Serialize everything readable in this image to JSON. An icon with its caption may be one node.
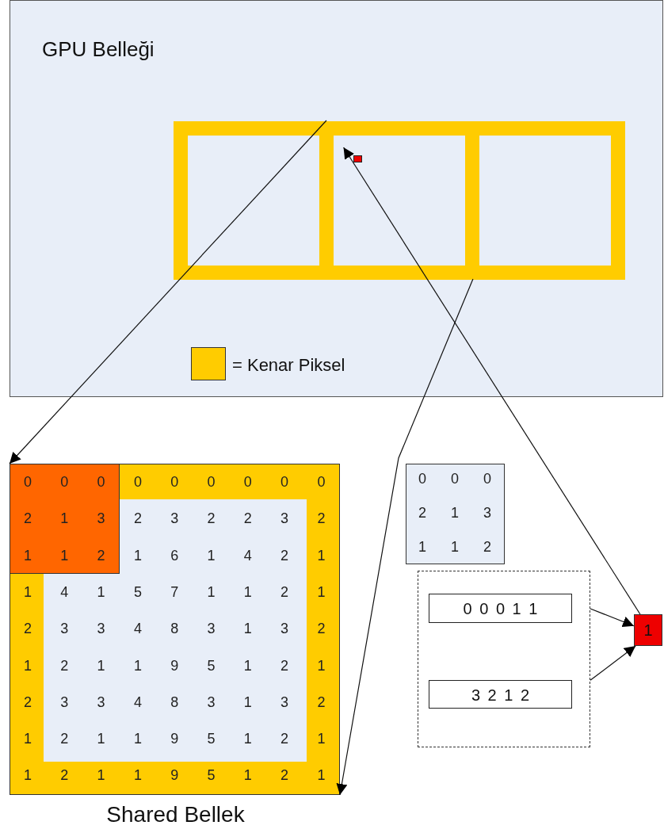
{
  "diagram": {
    "nodes": [
      {
        "text": [
          "GPU Belleği"
        ]
      },
      {
        "text": [],
        "shape": "box",
        "in": 0
      },
      {
        "text": [],
        "shape": "box",
        "in": 0
      },
      {
        "text": [],
        "shape": "box",
        "in": 0
      },
      {
        "text": [],
        "shape": "box",
        "in": 2
      },
      {
        "text": [
          "Shared Bellek"
        ]
      },
      {
        "text": [],
        "shape": "box"
      },
      {
        "text": [],
        "shape": "box"
      },
      {
        "text": [
          "0 0 0 1 1"
        ],
        "in": 7
      },
      {
        "text": [
          "3 2 1 2"
        ],
        "in": 7
      },
      {
        "text": [
          "1"
        ]
      }
    ],
    "edges": [
      {
        "from": 1,
        "to": 5,
        "arrow": "to"
      },
      {
        "from": 2,
        "to": 5,
        "arrow": "to"
      },
      {
        "from": 10,
        "to": 4,
        "arrow": "to"
      },
      {
        "from": 7,
        "to": 10,
        "arrow": "to"
      },
      {
        "from": 7,
        "to": 10,
        "arrow": "to"
      }
    ],
    "labels": [
      "0",
      "0",
      "0",
      "0",
      "0",
      "0",
      "0",
      "0",
      "0",
      "2",
      "1",
      "3",
      "2",
      "3",
      "2",
      "2",
      "3",
      "2",
      "1",
      "1",
      "2",
      "1",
      "6",
      "1",
      "4",
      "2",
      "1",
      "1",
      "4",
      "1",
      "5",
      "7",
      "1",
      "1",
      "2",
      "1",
      "2",
      "3",
      "3",
      "4",
      "8",
      "3",
      "1",
      "3",
      "2",
      "1",
      "2",
      "1",
      "1",
      "9",
      "5",
      "1",
      "2",
      "1",
      "2",
      "3",
      "3",
      "4",
      "8",
      "3",
      "1",
      "3",
      "2",
      "1",
      "2",
      "1",
      "1",
      "9",
      "5",
      "1",
      "2",
      "1",
      "1",
      "2",
      "1",
      "1",
      "9",
      "5",
      "1",
      "2",
      "1",
      "0",
      "0",
      "0",
      "2",
      "1",
      "3",
      "1",
      "1",
      "2"
    ],
    "legend": [
      {
        "text": "= Kenar Piksel",
        "color": "#ffcc00"
      }
    ]
  }
}
